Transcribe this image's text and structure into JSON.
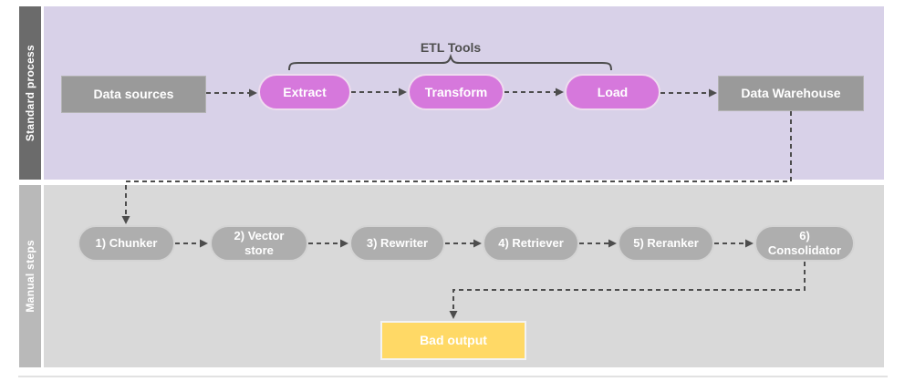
{
  "diagram": {
    "title_group": {
      "label": "ETL Tools"
    },
    "lanes": [
      {
        "label": "Standard process",
        "band_color": "#6b6b6b",
        "body_color": "#d8d1e8"
      },
      {
        "label": "Manual steps",
        "band_color": "#b9b9b9",
        "body_color": "#d9d9d9"
      }
    ],
    "nodes": {
      "data_sources": {
        "label": "Data sources",
        "shape": "rectangle",
        "fill": "#9a9a9a",
        "text_color": "#ffffff"
      },
      "extract": {
        "label": "Extract",
        "shape": "pill",
        "fill": "#d678dc",
        "text_color": "#ffffff"
      },
      "transform": {
        "label": "Transform",
        "shape": "pill",
        "fill": "#d678dc",
        "text_color": "#ffffff"
      },
      "load": {
        "label": "Load",
        "shape": "pill",
        "fill": "#d678dc",
        "text_color": "#ffffff"
      },
      "data_warehouse": {
        "label": "Data Warehouse",
        "shape": "rectangle",
        "fill": "#9a9a9a",
        "text_color": "#ffffff"
      },
      "chunker": {
        "label": "1) Chunker",
        "shape": "pill",
        "fill": "#aeaeae",
        "text_color": "#ffffff"
      },
      "vector_store": {
        "label": "2) Vector store",
        "shape": "pill",
        "fill": "#aeaeae",
        "text_color": "#ffffff"
      },
      "rewriter": {
        "label": "3) Rewriter",
        "shape": "pill",
        "fill": "#aeaeae",
        "text_color": "#ffffff"
      },
      "retriever": {
        "label": "4) Retriever",
        "shape": "pill",
        "fill": "#aeaeae",
        "text_color": "#ffffff"
      },
      "reranker": {
        "label": "5) Reranker",
        "shape": "pill",
        "fill": "#aeaeae",
        "text_color": "#ffffff"
      },
      "consolidator": {
        "label": "6) Consolidator",
        "shape": "pill",
        "fill": "#aeaeae",
        "text_color": "#ffffff"
      },
      "bad_output": {
        "label": "Bad output",
        "shape": "rectangle",
        "fill": "#ffd966",
        "text_color": "#ffffff"
      }
    },
    "edges": [
      {
        "from": "data_sources",
        "to": "extract",
        "style": "dashed-arrow"
      },
      {
        "from": "extract",
        "to": "transform",
        "style": "dashed-arrow"
      },
      {
        "from": "transform",
        "to": "load",
        "style": "dashed-arrow"
      },
      {
        "from": "load",
        "to": "data_warehouse",
        "style": "dashed-arrow"
      },
      {
        "from": "data_warehouse",
        "to": "chunker",
        "style": "dashed-arrow-elbow"
      },
      {
        "from": "chunker",
        "to": "vector_store",
        "style": "dashed-arrow"
      },
      {
        "from": "vector_store",
        "to": "rewriter",
        "style": "dashed-arrow"
      },
      {
        "from": "rewriter",
        "to": "retriever",
        "style": "dashed-arrow"
      },
      {
        "from": "retriever",
        "to": "reranker",
        "style": "dashed-arrow"
      },
      {
        "from": "reranker",
        "to": "consolidator",
        "style": "dashed-arrow"
      },
      {
        "from": "consolidator",
        "to": "bad_output",
        "style": "dashed-arrow-elbow"
      }
    ],
    "connector_color": "#4d4d4d"
  }
}
